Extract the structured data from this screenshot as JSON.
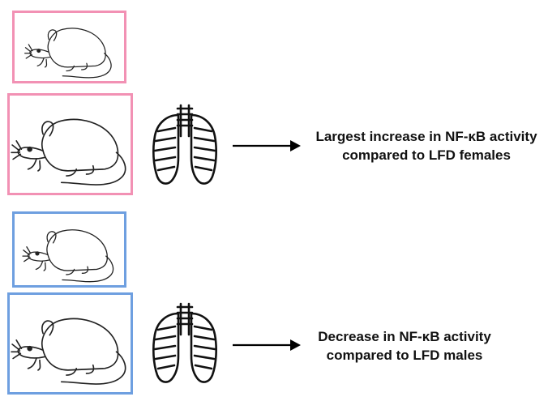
{
  "colors": {
    "female_border": "#f291b4",
    "male_border": "#6e9fe0",
    "arrow": "#000000"
  },
  "icons": {
    "rat": "rat-outline-icon",
    "lungs": "lungs-outline-icon",
    "arrow": "right-arrow-icon"
  },
  "rows": [
    {
      "group": "female",
      "caption_line1": "Largest increase in NF-κB activity",
      "caption_line2": "compared to LFD females"
    },
    {
      "group": "male",
      "caption_line1": "Decrease in NF-κB activity",
      "caption_line2": "compared to LFD males"
    }
  ]
}
